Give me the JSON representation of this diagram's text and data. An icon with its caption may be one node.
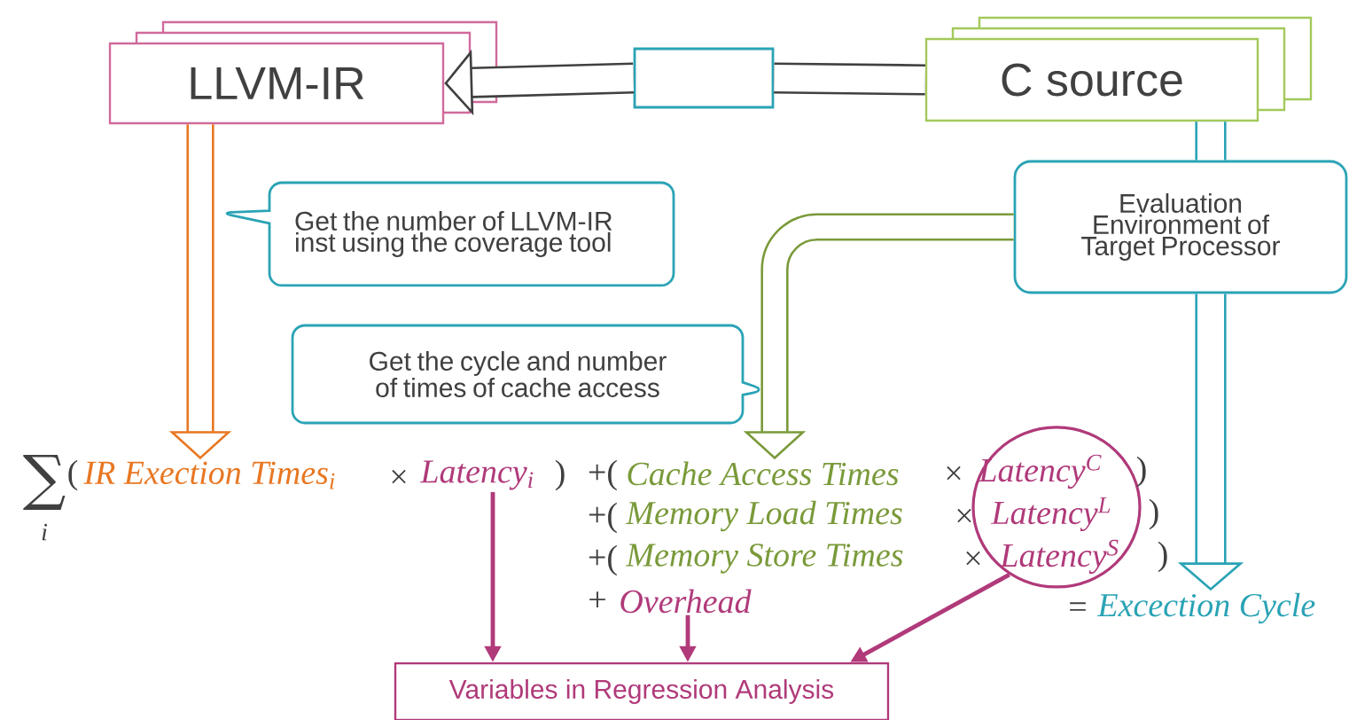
{
  "diagram": {
    "nodes": [
      {
        "text": [
          "LLVM-IR"
        ]
      },
      {
        "text": [],
        "shape": "box"
      },
      {
        "text": [
          "C source"
        ]
      },
      {
        "text": [
          "Evaluation Environment of Target Processor"
        ]
      },
      {
        "text": [
          "Get the number of LLVM-IR inst using the coverage tool"
        ]
      },
      {
        "text": [
          "Get the cycle and number of times of cache access"
        ]
      },
      {
        "text": [
          "IR Exection Times$_{i}$"
        ]
      },
      {
        "text": [
          "Latency$_{i}$"
        ]
      },
      {
        "text": [
          "Cache Access Times"
        ]
      },
      {
        "text": [
          "Memory Load Times"
        ]
      },
      {
        "text": [
          "Memory Store Times"
        ]
      },
      {
        "text": [],
        "shape": "circle"
      },
      {
        "text": [
          "Latency$^{C}$"
        ],
        "in": 11
      },
      {
        "text": [
          "Latency$^{L}$"
        ],
        "in": 11
      },
      {
        "text": [
          "Latency$^{S}$"
        ],
        "in": 11
      },
      {
        "text": [
          "Overhead"
        ]
      },
      {
        "text": [
          "Excection Cycle"
        ]
      },
      {
        "text": [
          "Variables in Regression Analysis"
        ]
      }
    ],
    "edges": [
      {
        "from": 2,
        "to": 1,
        "arrow": "none",
        "color": "#404040"
      },
      {
        "from": 1,
        "to": 0,
        "arrow": "to",
        "color": "#404040"
      },
      {
        "from": 0,
        "to": 6,
        "arrow": "to",
        "color": "#e87722"
      },
      {
        "from": 3,
        "to": 8,
        "arrow": "to",
        "color": "#7a9a3a"
      },
      {
        "from": 2,
        "to": 3,
        "arrow": "none",
        "color": "#2aa3b5"
      },
      {
        "from": 3,
        "to": 16,
        "arrow": "to",
        "color": "#2aa3b5"
      },
      {
        "from": 7,
        "to": 17,
        "arrow": "to",
        "color": "#b03a7a"
      },
      {
        "from": 15,
        "to": 17,
        "arrow": "to",
        "color": "#b03a7a"
      },
      {
        "from": 11,
        "to": 17,
        "arrow": "to",
        "color": "#b03a7a"
      }
    ],
    "labels": [
      "∑",
      "i",
      "(",
      "×",
      ")",
      "+(",
      "×",
      ")",
      "+(",
      "×",
      ")",
      "+(",
      "×",
      ")",
      "+",
      "="
    ]
  }
}
